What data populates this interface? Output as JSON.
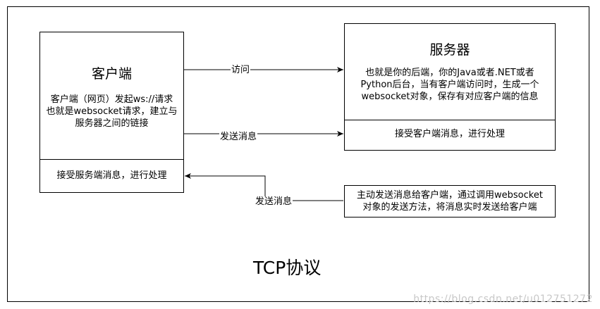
{
  "client": {
    "title": "客户端",
    "desc_lines": [
      "客户端（网页）发起ws://请求",
      "也就是websocket请求，建立与",
      "服务器之间的链接"
    ],
    "footer": "接受服务端消息，进行处理"
  },
  "server": {
    "title": "服务器",
    "desc_lines": [
      "也就是你的后端，你的Java或者.NET或者",
      "Python后台，当有客户端访问时，生成一个",
      "websocket对象，保存有对应客户端的信息"
    ],
    "footer": "接受客户端消息，进行处理"
  },
  "push": {
    "lines": [
      "主动发送消息给客户端，通过调用websocket",
      "对象的发送方法，将消息实时发送给客户端"
    ]
  },
  "edges": {
    "visit": "访问",
    "send_to_server": "发送消息",
    "send_to_client": "发送消息"
  },
  "protocol_label": "TCP协议",
  "watermark": "https://blog.csdn.net/u012751272"
}
